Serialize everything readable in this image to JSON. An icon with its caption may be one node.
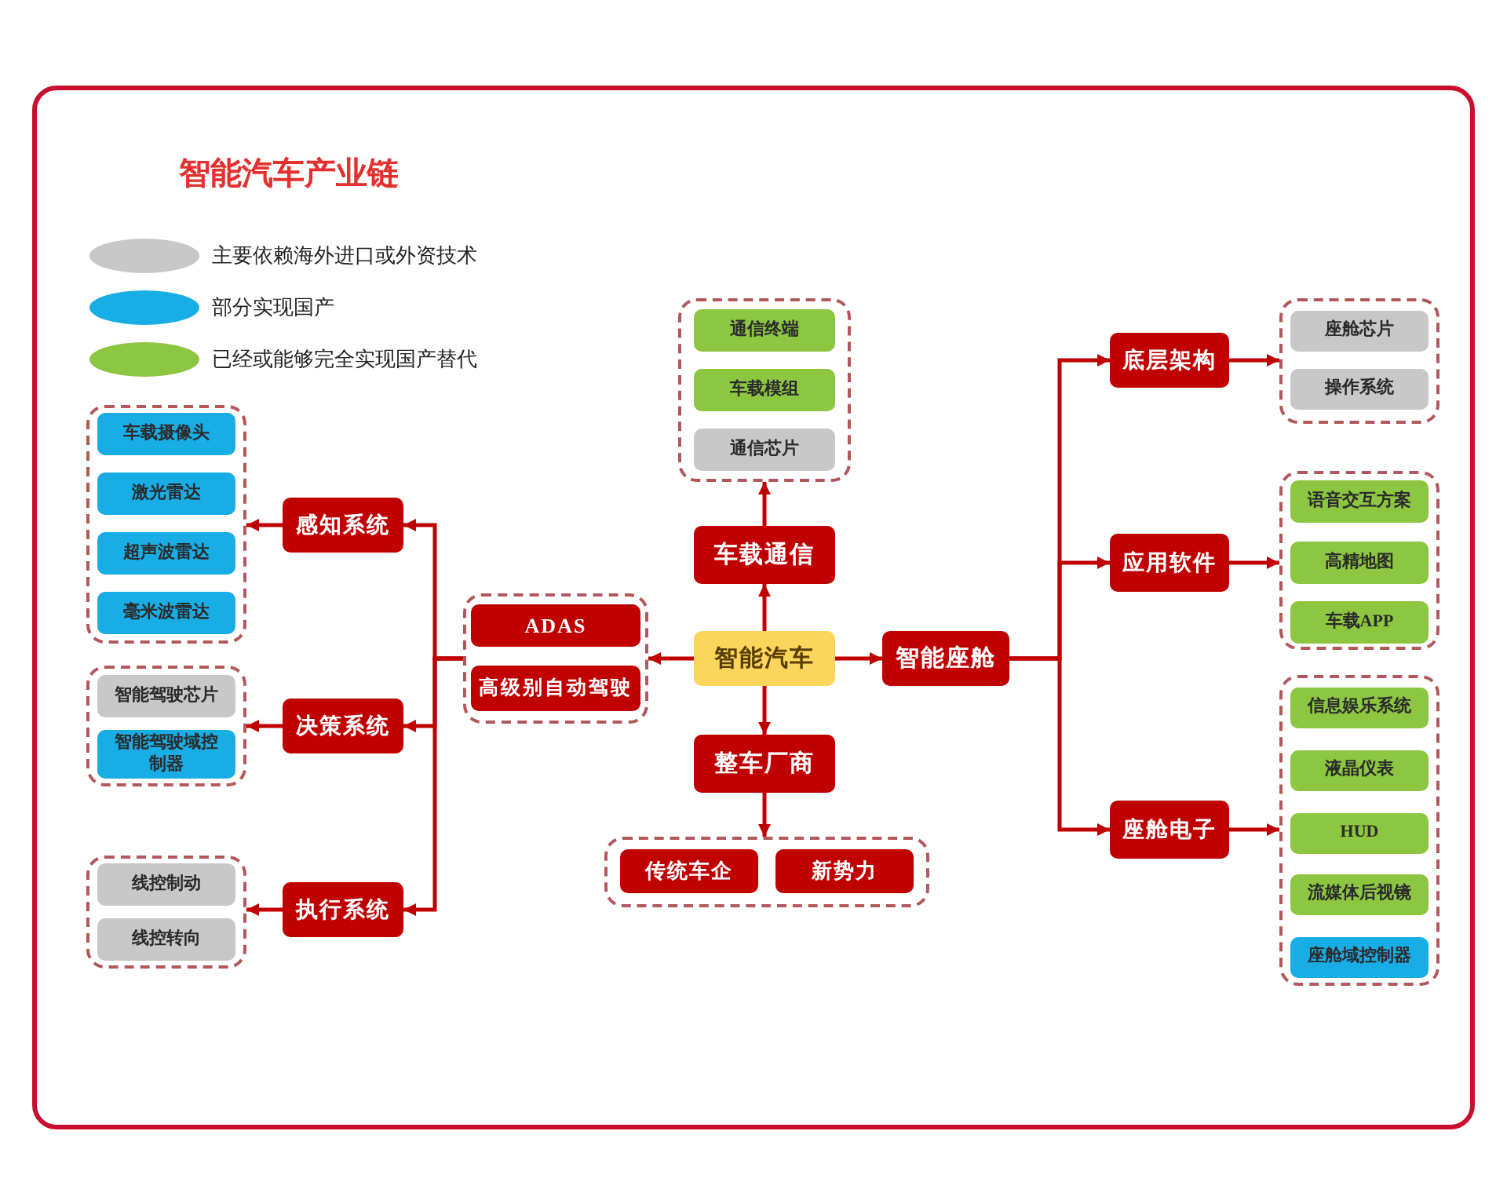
{
  "diagram": {
    "title": "智能汽车产业链",
    "nodes": [
      {
        "text": [],
        "shape": "box"
      },
      {
        "text": [
          "车载摄像头"
        ],
        "in": 0
      },
      {
        "text": [
          "激光雷达"
        ],
        "in": 0
      },
      {
        "text": [
          "超声波雷达"
        ],
        "in": 0
      },
      {
        "text": [
          "毫米波雷达"
        ],
        "in": 0
      },
      {
        "text": [
          "感知系统"
        ]
      },
      {
        "text": [],
        "shape": "box"
      },
      {
        "text": [
          "智能驾驶芯片"
        ],
        "in": 6
      },
      {
        "text": [
          "智能驾驶域控制器"
        ],
        "in": 6
      },
      {
        "text": [
          "决策系统"
        ]
      },
      {
        "text": [],
        "shape": "box"
      },
      {
        "text": [
          "线控制动"
        ],
        "in": 10
      },
      {
        "text": [
          "线控转向"
        ],
        "in": 10
      },
      {
        "text": [
          "执行系统"
        ]
      },
      {
        "text": [],
        "shape": "box"
      },
      {
        "text": [
          "ADAS"
        ],
        "in": 14
      },
      {
        "text": [
          "高级别自动驾驶"
        ],
        "in": 14
      },
      {
        "text": [],
        "shape": "box"
      },
      {
        "text": [
          "通信终端"
        ],
        "in": 17
      },
      {
        "text": [
          "车载模组"
        ],
        "in": 17
      },
      {
        "text": [
          "通信芯片"
        ],
        "in": 17
      },
      {
        "text": [
          "车载通信"
        ]
      },
      {
        "text": [
          "智能汽车"
        ]
      },
      {
        "text": [
          "整车厂商"
        ]
      },
      {
        "text": [],
        "shape": "box"
      },
      {
        "text": [
          "传统车企"
        ],
        "in": 24
      },
      {
        "text": [
          "新势力"
        ],
        "in": 24
      },
      {
        "text": [
          "智能座舱"
        ]
      },
      {
        "text": [
          "底层架构"
        ]
      },
      {
        "text": [],
        "shape": "box"
      },
      {
        "text": [
          "座舱芯片"
        ],
        "in": 29
      },
      {
        "text": [
          "操作系统"
        ],
        "in": 29
      },
      {
        "text": [
          "应用软件"
        ]
      },
      {
        "text": [],
        "shape": "box"
      },
      {
        "text": [
          "语音交互方案"
        ],
        "in": 33
      },
      {
        "text": [
          "高精地图"
        ],
        "in": 33
      },
      {
        "text": [
          "车载APP"
        ],
        "in": 33
      },
      {
        "text": [
          "座舱电子"
        ]
      },
      {
        "text": [],
        "shape": "box"
      },
      {
        "text": [
          "信息娱乐系统"
        ],
        "in": 38
      },
      {
        "text": [
          "液晶仪表"
        ],
        "in": 38
      },
      {
        "text": [
          "HUD"
        ],
        "in": 38
      },
      {
        "text": [
          "流媒体后视镜"
        ],
        "in": 38
      },
      {
        "text": [
          "座舱域控制器"
        ],
        "in": 38
      }
    ],
    "edges": [
      {
        "from": 22,
        "to": 21,
        "arrow": "to"
      },
      {
        "from": 21,
        "to": 17,
        "arrow": "to"
      },
      {
        "from": 22,
        "to": 14,
        "arrow": "to"
      },
      {
        "from": 22,
        "to": 27,
        "arrow": "to"
      },
      {
        "from": 22,
        "to": 23,
        "arrow": "to"
      },
      {
        "from": 23,
        "to": 24,
        "arrow": "to"
      },
      {
        "from": 14,
        "to": 5,
        "arrow": "to"
      },
      {
        "from": 14,
        "to": 9,
        "arrow": "to"
      },
      {
        "from": 14,
        "to": 13,
        "arrow": "to"
      },
      {
        "from": 5,
        "to": 0,
        "arrow": "to"
      },
      {
        "from": 9,
        "to": 6,
        "arrow": "to"
      },
      {
        "from": 13,
        "to": 10,
        "arrow": "to"
      },
      {
        "from": 27,
        "to": 28,
        "arrow": "to"
      },
      {
        "from": 27,
        "to": 32,
        "arrow": "to"
      },
      {
        "from": 27,
        "to": 37,
        "arrow": "to"
      },
      {
        "from": 28,
        "to": 29,
        "arrow": "to"
      },
      {
        "from": 32,
        "to": 33,
        "arrow": "to"
      },
      {
        "from": 37,
        "to": 38,
        "arrow": "to"
      }
    ],
    "legend": [
      {
        "text": "主要依赖海外进口或外资技术",
        "color": "#c8c8c8"
      },
      {
        "text": "部分实现国产",
        "color": "#19ade6"
      },
      {
        "text": "已经或能够完全实现国产替代",
        "color": "#8dc641"
      }
    ]
  }
}
